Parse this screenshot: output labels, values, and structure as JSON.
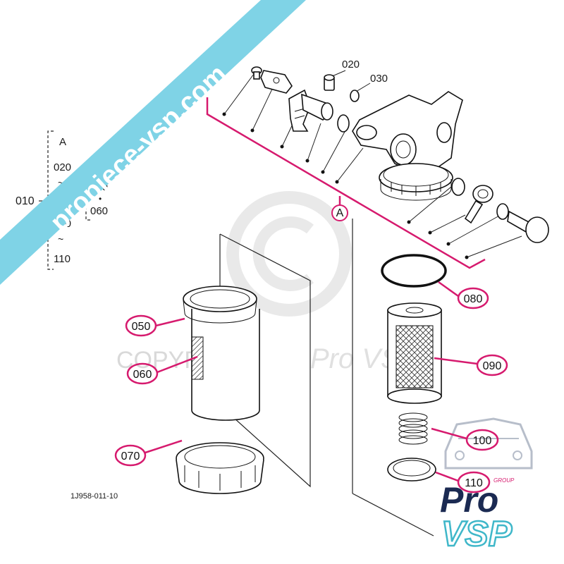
{
  "banner": {
    "text": "propiece-vsp.com",
    "color": "#7fd3e6"
  },
  "watermark": {
    "copyright_text": "COPYRIGHT",
    "brand_text": "Pro VSP"
  },
  "tree": {
    "root": "010",
    "col1": [
      "A",
      "020",
      "~",
      "040",
      "070",
      "~",
      "110"
    ],
    "col2": [
      "050",
      "•",
      "060"
    ]
  },
  "callouts": {
    "top_020": "020",
    "top_030": "030",
    "group_a": "A",
    "c050": "050",
    "c060": "060",
    "c070": "070",
    "c080": "080",
    "c090": "090",
    "c100": "100",
    "c110": "110"
  },
  "diagram_code": "1J958-011-10",
  "logo": {
    "group_text": "GROUP",
    "line1": "Pro",
    "line2": "VSP",
    "colors": {
      "dark": "#1b2a52",
      "teal": "#3fb7c9",
      "pink": "#d61a6e"
    }
  },
  "colors": {
    "accent": "#d61a6e",
    "line": "#222222"
  }
}
